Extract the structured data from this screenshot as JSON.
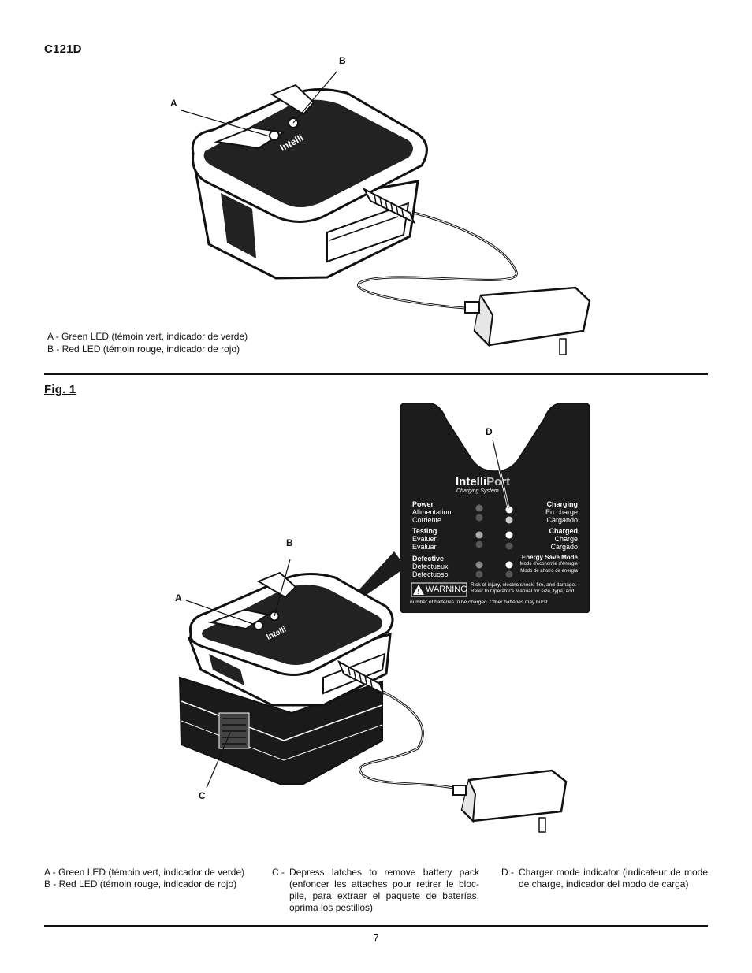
{
  "top_section": {
    "model_heading": "C121D",
    "callout_a": "A",
    "callout_b": "B",
    "caption_a": "A - Green LED (témoin vert, indicador de verde)",
    "caption_b": "B - Red LED (témoin rouge, indicador de rojo)"
  },
  "fig_section": {
    "heading": "Fig. 1",
    "callout_a": "A",
    "callout_b": "B",
    "callout_c": "C",
    "callout_d": "D",
    "caption_col1_a": "A - Green LED (témoin vert, indicador de verde)",
    "caption_col1_b": "B - Red LED (témoin rouge, indicador de rojo)",
    "caption_col2_label": "C -",
    "caption_col2_text": "Depress latches to remove battery pack (enfoncer les attaches pour retirer le bloc-pile, para extraer el paquete de baterías, oprima los pestillos)",
    "caption_col3_label": "D -",
    "caption_col3_text": "Charger mode indicator (indicateur de mode de charge, indicador del modo de carga)"
  },
  "label_panel": {
    "brand_a": "Intelli",
    "brand_b": "Port",
    "subtitle": "Charging System",
    "power": [
      "Power",
      "Alimentation",
      "Corriente"
    ],
    "testing": [
      "Testing",
      "Evaluer",
      "Evaluar"
    ],
    "defective": [
      "Defective",
      "Defectueux",
      "Defectuoso"
    ],
    "charging": [
      "Charging",
      "En charge",
      "Cargando"
    ],
    "charged": [
      "Charged",
      "Charge",
      "Cargado"
    ],
    "energy": [
      "Energy Save Mode",
      "Mode d'économie d'énergie",
      "Modo de ahorro de energía"
    ],
    "warning_word": "WARNING",
    "warning_line1": "Risk of injury, electric shock, fire, and damage.",
    "warning_line2": "Refer to Operator's Manual for size, type, and",
    "warning_line3": "number of batteries to be charged. Other batteries may burst."
  },
  "footer": {
    "page_number": "7"
  }
}
